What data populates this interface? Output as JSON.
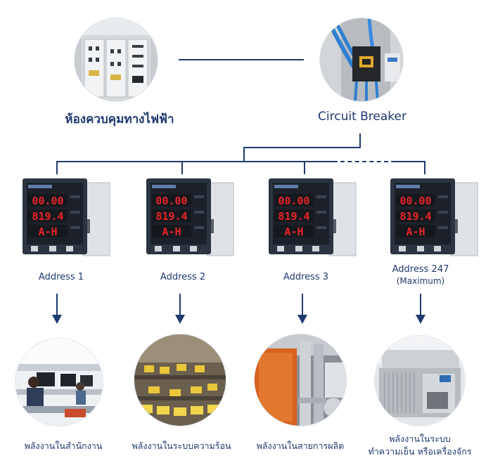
{
  "top": {
    "control_room_label": "ห้องควบคุมทางไฟฟ้า",
    "breaker_label": "Circuit Breaker"
  },
  "meters": [
    {
      "address": "Address 1",
      "note": "",
      "display": [
        "00.00",
        "819.4",
        "A-H"
      ]
    },
    {
      "address": "Address 2",
      "note": "",
      "display": [
        "00.00",
        "819.4",
        "A-H"
      ]
    },
    {
      "address": "Address 3",
      "note": "",
      "display": [
        "00.00",
        "819.4",
        "A-H"
      ]
    },
    {
      "address": "Address 247",
      "note": "(Maximum)",
      "display": [
        "00.00",
        "819.4",
        "A-H"
      ]
    }
  ],
  "loads": [
    {
      "lines": [
        "พลังงานในสำนักงาน"
      ],
      "icon": "office-photo"
    },
    {
      "lines": [
        "พลังงานในระบบความร้อน"
      ],
      "icon": "heating-system-photo"
    },
    {
      "lines": [
        "พลังงานในสายการผลิต"
      ],
      "icon": "production-line-photo"
    },
    {
      "lines": [
        "พลังงานในระบบ",
        "ทำความเย็น หรือเครื่องจักร"
      ],
      "icon": "chiller-photo"
    }
  ],
  "colors": {
    "text": "#1f3a6e",
    "line": "#1f3a6e",
    "led": "#e8242a",
    "meter_panel": "#2b3440"
  }
}
